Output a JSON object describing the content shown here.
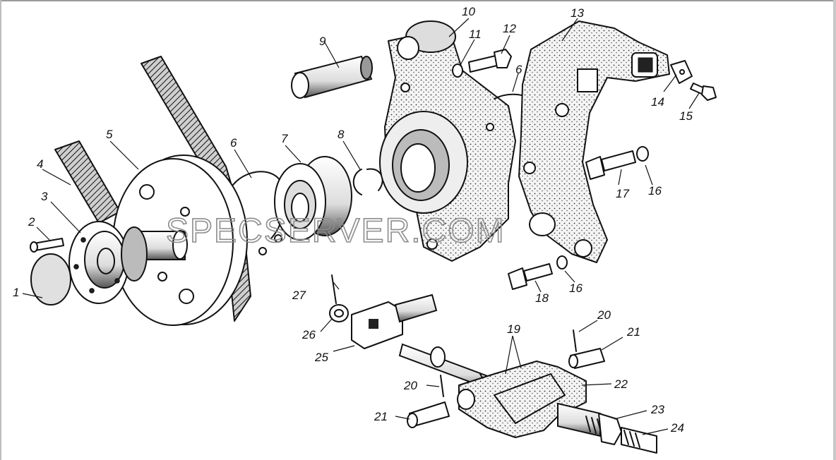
{
  "watermark": "SPECSERVER.COM",
  "callouts": {
    "c1": "1",
    "c2": "2",
    "c3": "3",
    "c4": "4",
    "c5": "5",
    "c6a": "6",
    "c6b": "6",
    "c7": "7",
    "c8": "8",
    "c9": "9",
    "c10": "10",
    "c11": "11",
    "c12": "12",
    "c13": "13",
    "c14": "14",
    "c15": "15",
    "c16a": "16",
    "c16b": "16",
    "c17": "17",
    "c18": "18",
    "c19": "19",
    "c20a": "20",
    "c20b": "20",
    "c21a": "21",
    "c21b": "21",
    "c22": "22",
    "c23": "23",
    "c24": "24",
    "c25": "25",
    "c26": "26",
    "c27": "27"
  }
}
